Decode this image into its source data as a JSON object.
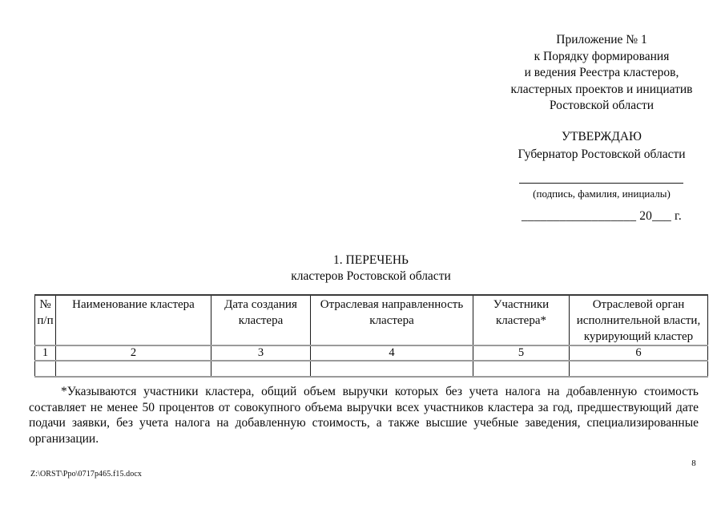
{
  "annex": {
    "lines": [
      "Приложение № 1",
      "к Порядку формирования",
      "и ведения Реестра кластеров,",
      "кластерных проектов и инициатив",
      "Ростовской области"
    ]
  },
  "approval": {
    "approve_label": "УТВЕРЖДАЮ",
    "approver_title": "Губернатор Ростовской области",
    "signature_caption": "(подпись, фамилия, инициалы)",
    "date_line": "__________________ 20___ г."
  },
  "section": {
    "title_line1": "1.  ПЕРЕЧЕНЬ",
    "title_line2": "кластеров Ростовской области"
  },
  "table": {
    "headers": [
      "№ п/п",
      "Наименование кластера",
      "Дата создания кластера",
      "Отраслевая направленность кластера",
      "Участники кластера*",
      "Отраслевой орган исполнительной власти, курирующий кластер"
    ],
    "column_numbers": [
      "1",
      "2",
      "3",
      "4",
      "5",
      "6"
    ],
    "rows": [
      [
        "",
        "",
        "",
        "",
        "",
        ""
      ]
    ]
  },
  "footnote": {
    "text": "*Указываются участники кластера, общий объем выручки которых без учета налога на добавленную стоимость составляет не менее 50 процентов от совокупного объема выручки всех участников кластера за год, предшествующий дате подачи заявки, без учета налога на добавленную стоимость, а также высшие учебные заведения, специализированные организации."
  },
  "footer": {
    "file_path": "Z:\\ORST\\Ppo\\0717p465.f15.docx",
    "page_number": "8"
  },
  "colors": {
    "page_background": "#ffffff",
    "text": "#0a0a0a",
    "table_border_dark": "#1c1c1c",
    "table_border_gray": "#9a9a9a"
  }
}
